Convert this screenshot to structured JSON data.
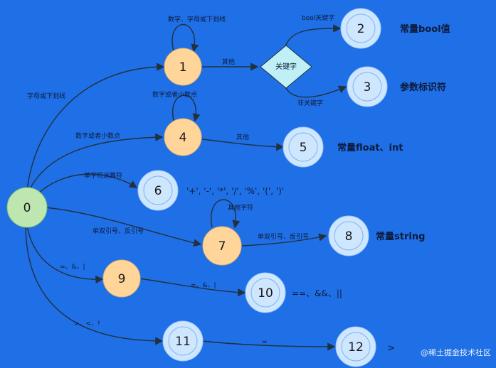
{
  "colors": {
    "background": "#1f6fe6",
    "start_state": "#bde6b0",
    "intermediate_state": "#ffd59a",
    "final_state_fill": "#cfe6ff",
    "final_state_ring": "#9cc8ff",
    "decision": "#bff0f5",
    "edge": "#22303f"
  },
  "nodes": {
    "n0": "0",
    "n1": "1",
    "n2": "2",
    "n3": "3",
    "n4": "4",
    "n5": "5",
    "n6": "6",
    "n7": "7",
    "n8": "8",
    "n9": "9",
    "n10": "10",
    "n11": "11",
    "n12": "12",
    "decision": "关键字"
  },
  "edges": {
    "e0_1": "字母或下划线",
    "e1_self": "数字、字母或下划线",
    "e1_dec": "其他",
    "dec_2": "bool关键字",
    "dec_3": "非关键字",
    "e0_4": "数字或者小数点",
    "e4_self": "数字或者小数点",
    "e4_5": "其他",
    "e0_6": "单字符运算符",
    "e0_7": "单双引号、反引号",
    "e7_self": "其他字符",
    "e7_8": "单双引号、反引号",
    "e0_9": "=、&、|",
    "e9_10": "=、&、|",
    "e0_11": ">、<、!",
    "e11_12": "="
  },
  "side_labels": {
    "n2": "常量bool值",
    "n3": "参数标识符",
    "n5": "常量float、int",
    "n6": "'+', '-', '*', '/', '%', '(', ')'",
    "n8": "常量string",
    "n10": "==、&&、||",
    "n12": ">"
  },
  "watermark": "@稀土掘金技术社区"
}
